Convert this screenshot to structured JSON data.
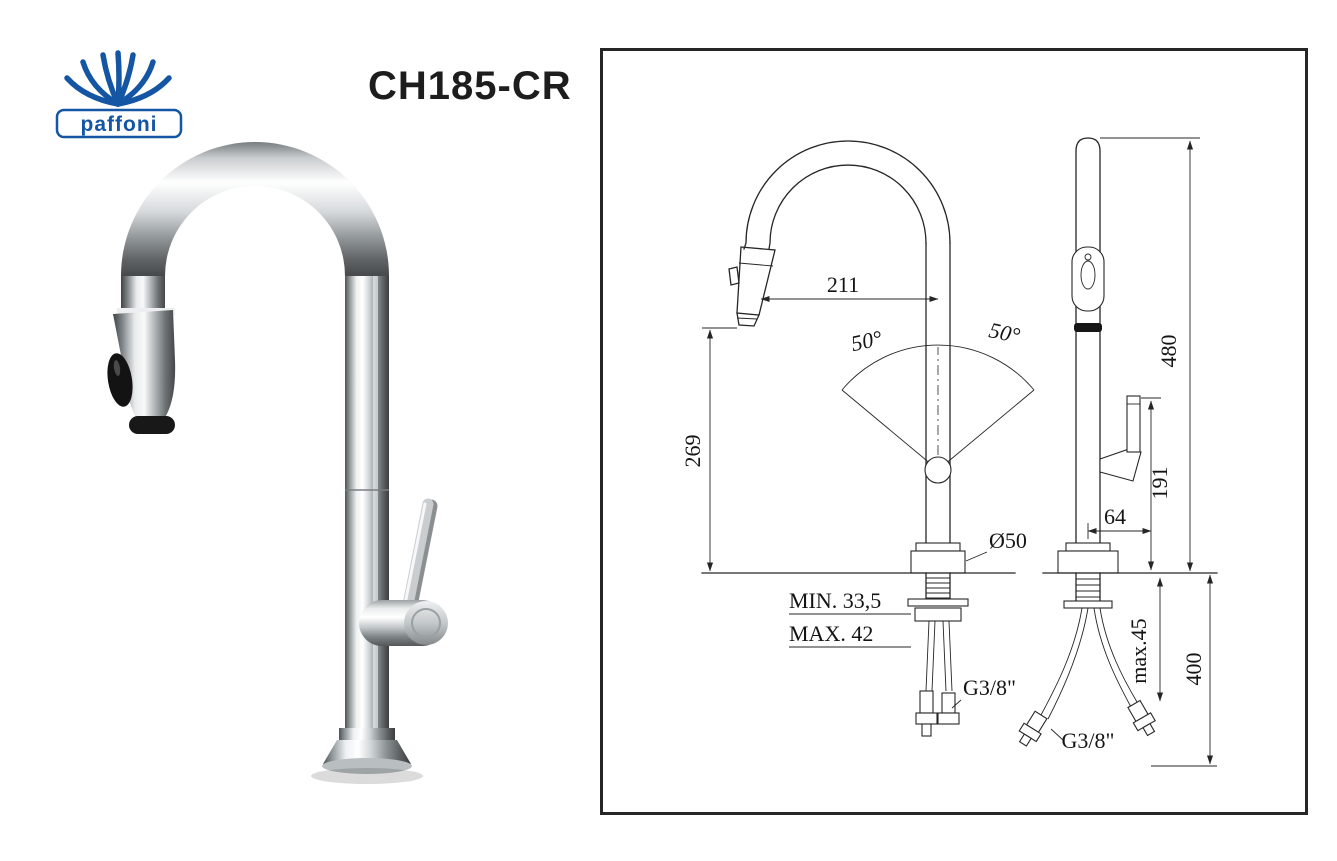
{
  "brand": {
    "name": "paffoni"
  },
  "product": {
    "model": "CH185-CR"
  },
  "drawing": {
    "front": {
      "spout_reach": "211",
      "swivel_left": "50°",
      "swivel_right": "50°",
      "spout_height": "269",
      "base_diameter": "Ø50",
      "deck_min": "MIN. 33,5",
      "deck_max": "MAX. 42",
      "inlet_thread": "G3/8\""
    },
    "side": {
      "total_height": "480",
      "handle_height": "191",
      "handle_offset": "64",
      "hose_note": "max.45",
      "hose_length": "400",
      "inlet_thread": "G3/8\""
    }
  }
}
